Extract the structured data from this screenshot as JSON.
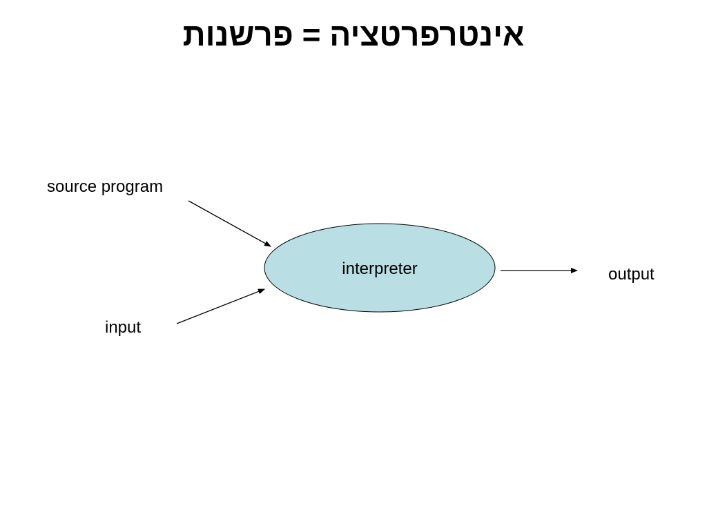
{
  "slide": {
    "title": "אינטרפרטציה = פרשנות"
  },
  "diagram": {
    "nodes": {
      "interpreter": {
        "label": "interpreter",
        "fill_color": "#b9dfe4"
      }
    },
    "labels": {
      "source_program": "source program",
      "input": "input",
      "output": "output"
    }
  }
}
